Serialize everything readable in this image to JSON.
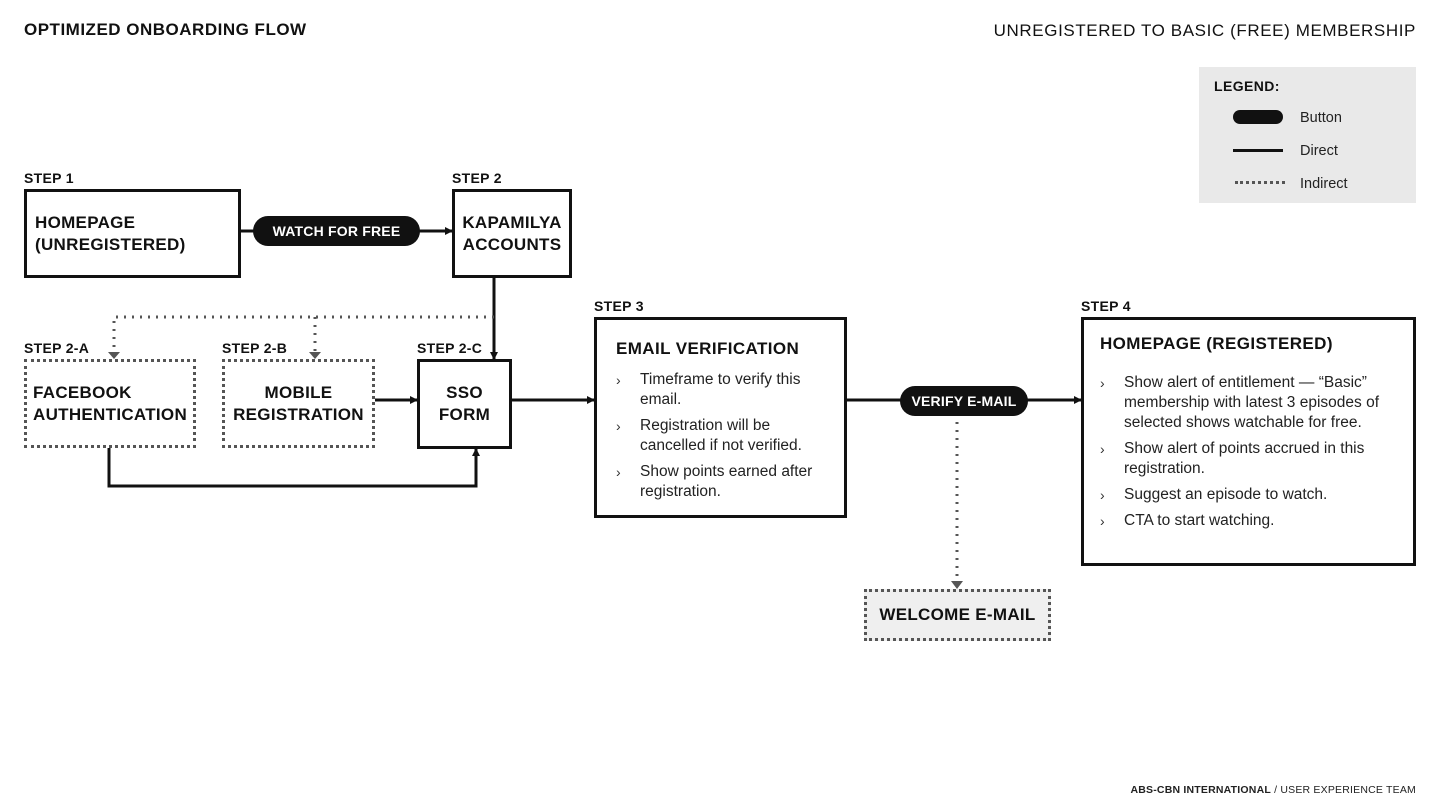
{
  "header": {
    "title": "OPTIMIZED ONBOARDING FLOW",
    "subtitle": "UNREGISTERED TO BASIC (FREE) MEMBERSHIP"
  },
  "legend": {
    "title": "LEGEND:",
    "items": [
      {
        "label": "Button",
        "style": "button"
      },
      {
        "label": "Direct",
        "style": "solid-line"
      },
      {
        "label": "Indirect",
        "style": "dotted-line"
      }
    ]
  },
  "steps": {
    "step1": {
      "label": "STEP 1",
      "name": "HOMEPAGE\n(UNREGISTERED)"
    },
    "step2": {
      "label": "STEP 2",
      "name": "KAPAMILYA\nACCOUNTS"
    },
    "step2a": {
      "label": "STEP 2-A",
      "name": "FACEBOOK\nAUTHENTICATION"
    },
    "step2b": {
      "label": "STEP 2-B",
      "name": "MOBILE\nREGISTRATION"
    },
    "step2c": {
      "label": "STEP 2-C",
      "name": "SSO\nFORM"
    },
    "step3": {
      "label": "STEP 3",
      "heading": "EMAIL VERIFICATION",
      "bullets": [
        "Timeframe to verify this email.",
        "Registration will be cancelled if not verified.",
        "Show points earned after registration."
      ]
    },
    "step4": {
      "label": "STEP 4",
      "heading": "HOMEPAGE (REGISTERED)",
      "bullets": [
        "Show alert of entitlement — “Basic” membership with latest 3 episodes of selected shows watchable for free.",
        "Show alert of points accrued in this registration.",
        "Suggest an episode to watch.",
        "CTA to start watching."
      ]
    },
    "welcome": {
      "name": "WELCOME E-MAIL"
    }
  },
  "buttons": {
    "watch_for_free": "WATCH FOR FREE",
    "verify_email": "VERIFY E-MAIL"
  },
  "footer": {
    "org": "ABS-CBN INTERNATIONAL",
    "separator": " / ",
    "team": "USER EXPERIENCE TEAM"
  },
  "colors": {
    "ink": "#111111",
    "dotted": "#555555",
    "legend_bg": "#e9e9e9",
    "welcome_bg": "#efefef"
  },
  "icons": {
    "bullet": "chevron-right-icon"
  }
}
